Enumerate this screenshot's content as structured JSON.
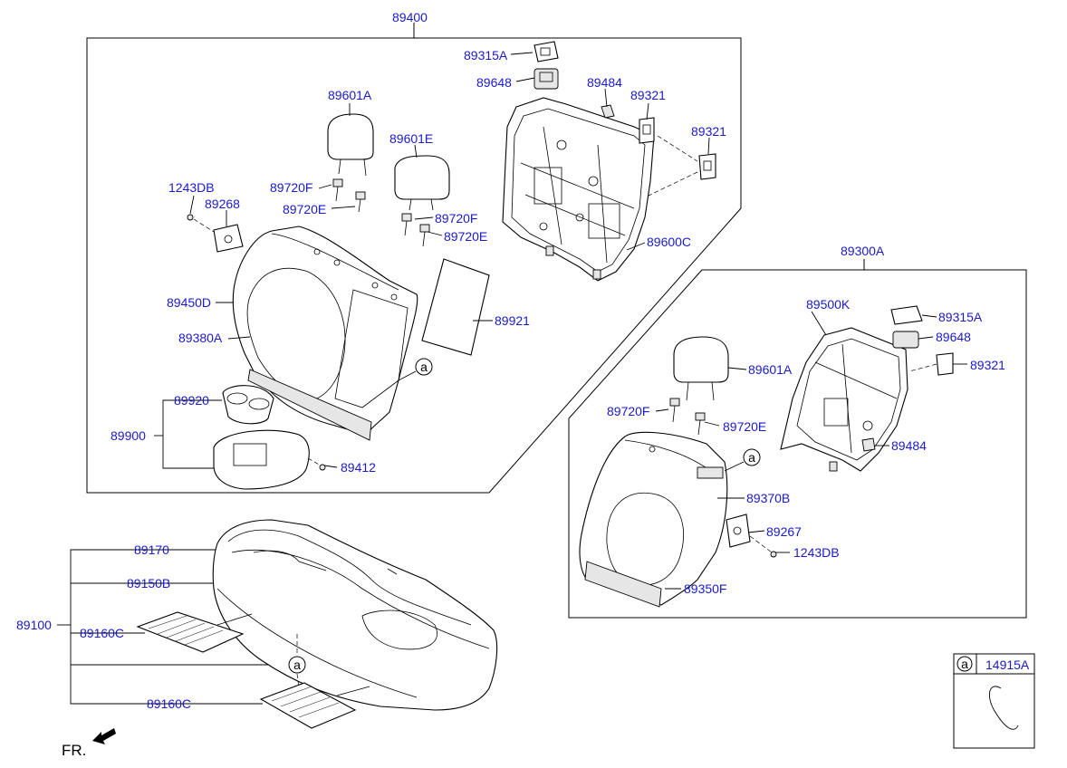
{
  "diagram": {
    "frame_labels": {
      "seat_back_left_assy": "89400",
      "seat_back_right_assy": "89300A",
      "cushion_assy": "89100",
      "armrest_assy": "89900"
    },
    "parts": [
      {
        "id": "p-89315A-a",
        "label": "89315A"
      },
      {
        "id": "p-89648-a",
        "label": "89648"
      },
      {
        "id": "p-89484-a",
        "label": "89484"
      },
      {
        "id": "p-89321-a",
        "label": "89321"
      },
      {
        "id": "p-89321-b",
        "label": "89321"
      },
      {
        "id": "p-89601A-a",
        "label": "89601A"
      },
      {
        "id": "p-89601E",
        "label": "89601E"
      },
      {
        "id": "p-1243DB-a",
        "label": "1243DB"
      },
      {
        "id": "p-89268",
        "label": "89268"
      },
      {
        "id": "p-89720F-a",
        "label": "89720F"
      },
      {
        "id": "p-89720E-a",
        "label": "89720E"
      },
      {
        "id": "p-89720F-b",
        "label": "89720F"
      },
      {
        "id": "p-89720E-b",
        "label": "89720E"
      },
      {
        "id": "p-89600C",
        "label": "89600C"
      },
      {
        "id": "p-89450D",
        "label": "89450D"
      },
      {
        "id": "p-89921",
        "label": "89921"
      },
      {
        "id": "p-89380A",
        "label": "89380A"
      },
      {
        "id": "p-89920",
        "label": "89920"
      },
      {
        "id": "p-89412",
        "label": "89412"
      },
      {
        "id": "p-89500K",
        "label": "89500K"
      },
      {
        "id": "p-89315A-b",
        "label": "89315A"
      },
      {
        "id": "p-89648-b",
        "label": "89648"
      },
      {
        "id": "p-89321-c",
        "label": "89321"
      },
      {
        "id": "p-89601A-b",
        "label": "89601A"
      },
      {
        "id": "p-89720F-c",
        "label": "89720F"
      },
      {
        "id": "p-89720E-c",
        "label": "89720E"
      },
      {
        "id": "p-89484-b",
        "label": "89484"
      },
      {
        "id": "p-89370B",
        "label": "89370B"
      },
      {
        "id": "p-89267",
        "label": "89267"
      },
      {
        "id": "p-1243DB-b",
        "label": "1243DB"
      },
      {
        "id": "p-89350F",
        "label": "89350F"
      },
      {
        "id": "p-89170",
        "label": "89170"
      },
      {
        "id": "p-89150B",
        "label": "89150B"
      },
      {
        "id": "p-89160C-a",
        "label": "89160C"
      },
      {
        "id": "p-89160C-b",
        "label": "89160C"
      }
    ],
    "callout_marker": "a",
    "legend": {
      "marker": "a",
      "part": "14915A"
    },
    "direction": {
      "text": "FR."
    }
  }
}
